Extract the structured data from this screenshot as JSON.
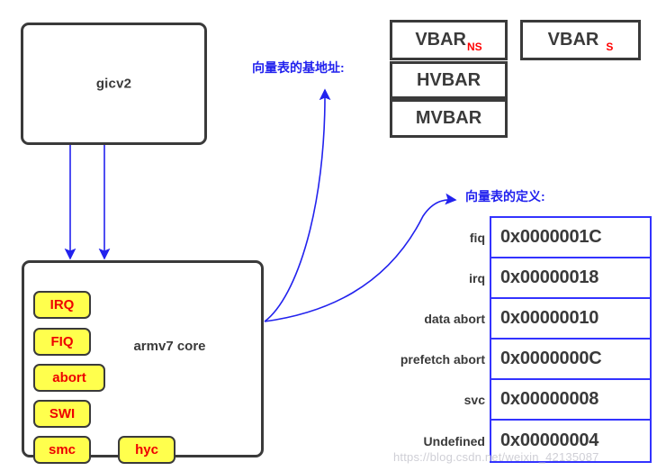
{
  "diagram": {
    "blocks": {
      "gicv2": {
        "label": "gicv2"
      },
      "core": {
        "label": "armv7 core"
      }
    },
    "exception_chips": [
      {
        "label": "IRQ"
      },
      {
        "label": "FIQ"
      },
      {
        "label": "abort"
      },
      {
        "label": "SWI"
      },
      {
        "label": "smc"
      },
      {
        "label": "hyc"
      }
    ],
    "registers": [
      {
        "name": "VBAR",
        "subscript": "NS"
      },
      {
        "name": "HVBAR",
        "subscript": ""
      },
      {
        "name": "MVBAR",
        "subscript": ""
      },
      {
        "name": "VBAR",
        "subscript": "S"
      }
    ],
    "annotations": {
      "vector_base_label": "向量表的基地址:",
      "vector_table_label": "向量表的定义:"
    },
    "vector_table": {
      "rows": [
        {
          "name": "fiq",
          "address": "0x0000001C"
        },
        {
          "name": "irq",
          "address": "0x00000018"
        },
        {
          "name": "data abort",
          "address": "0x00000010"
        },
        {
          "name": "prefetch abort",
          "address": "0x0000000C"
        },
        {
          "name": "svc",
          "address": "0x00000008"
        },
        {
          "name": "Undefined",
          "address": "0x00000004"
        }
      ]
    },
    "watermark": "https://blog.csdn.net/weixin_42135087",
    "colors": {
      "arrow_blue": "#2222ee",
      "table_border_blue": "#3333ff",
      "chip_fill": "#ffff4d",
      "chip_text_red": "#ee0000",
      "subscript_red": "#ff0000",
      "box_stroke": "#3a3a3a"
    }
  }
}
